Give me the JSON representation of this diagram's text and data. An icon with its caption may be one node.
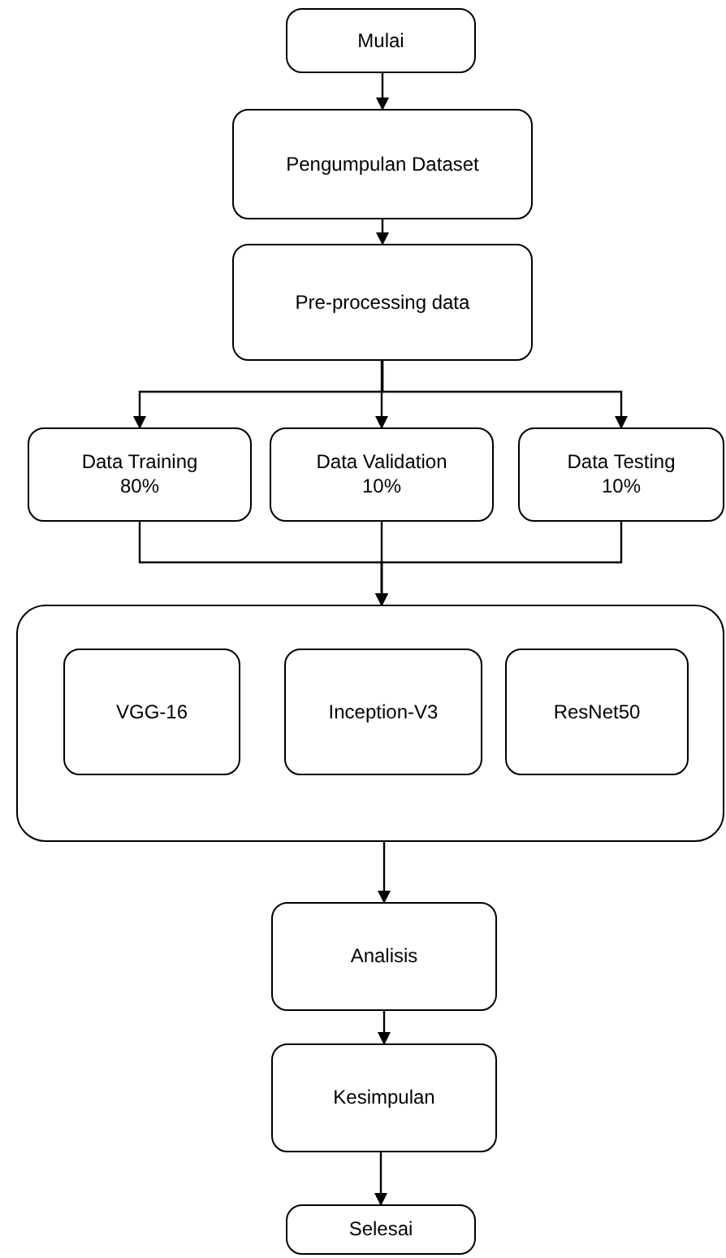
{
  "diagram": {
    "nodes": [
      {
        "text": [
          "Mulai"
        ]
      },
      {
        "text": [
          "Pengumpulan Dataset"
        ]
      },
      {
        "text": [
          "Pre-processing data"
        ]
      },
      {
        "text": [
          "Data Training",
          "80%"
        ]
      },
      {
        "text": [
          "Data Validation",
          "10%"
        ]
      },
      {
        "text": [
          "Data Testing",
          "10%"
        ]
      },
      {
        "text": [],
        "shape": "box"
      },
      {
        "text": [
          "VGG-16"
        ],
        "in": 6
      },
      {
        "text": [
          "Inception-V3"
        ],
        "in": 6
      },
      {
        "text": [
          "ResNet50"
        ],
        "in": 6
      },
      {
        "text": [
          "Analisis"
        ]
      },
      {
        "text": [
          "Kesimpulan"
        ]
      },
      {
        "text": [
          "Selesai"
        ]
      }
    ],
    "edges": [
      {
        "from": 0,
        "to": 1,
        "arrow": "to"
      },
      {
        "from": 1,
        "to": 2,
        "arrow": "to"
      },
      {
        "from": 2,
        "to": 3,
        "arrow": "to"
      },
      {
        "from": 2,
        "to": 4,
        "arrow": "to"
      },
      {
        "from": 2,
        "to": 5,
        "arrow": "to"
      },
      {
        "from": 3,
        "to": 6,
        "arrow": "to"
      },
      {
        "from": 4,
        "to": 6,
        "arrow": "to"
      },
      {
        "from": 5,
        "to": 6,
        "arrow": "to"
      },
      {
        "from": 6,
        "to": 10,
        "arrow": "to"
      },
      {
        "from": 10,
        "to": 11,
        "arrow": "to"
      },
      {
        "from": 11,
        "to": 12,
        "arrow": "to"
      }
    ]
  }
}
